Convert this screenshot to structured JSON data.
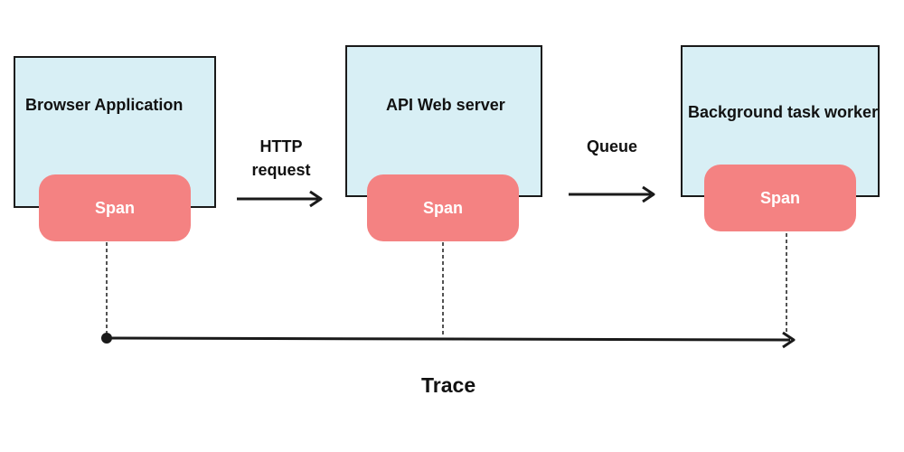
{
  "nodes": [
    {
      "label": "Browser Application",
      "span_label": "Span"
    },
    {
      "label": "API Web server",
      "span_label": "Span"
    },
    {
      "label": "Background task worker",
      "span_label": "Span"
    }
  ],
  "edges": [
    {
      "label_line1": "HTTP",
      "label_line2": "request"
    },
    {
      "label_line1": "Queue"
    }
  ],
  "trace_label": "Trace",
  "colors": {
    "box_fill": "#d8eff5",
    "span_fill": "#f48282",
    "stroke": "#1a1a1a"
  }
}
